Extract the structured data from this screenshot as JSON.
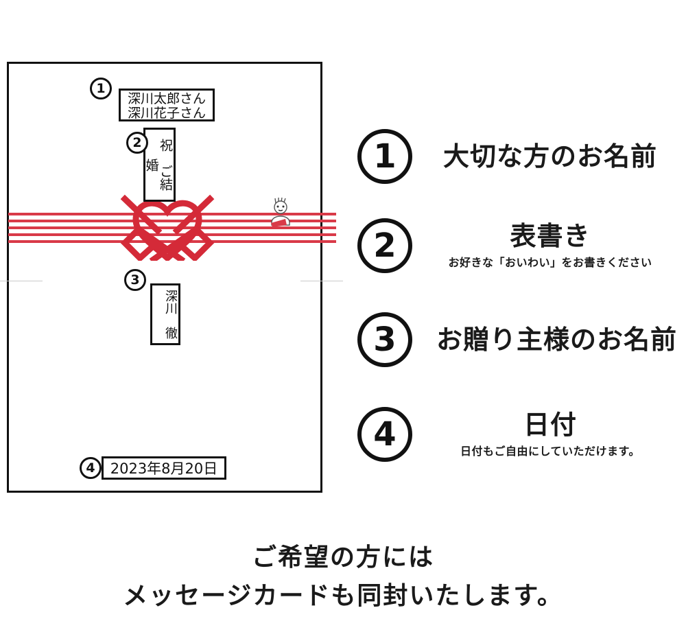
{
  "card": {
    "recipient_box": {
      "lines": [
        "深川太郎さん",
        "深川花子さん"
      ]
    },
    "occasion_box": {
      "text": "祝　ご結婚"
    },
    "sender_box": {
      "text": "深川　徹"
    },
    "date_box": {
      "text": "2023年8月20日"
    },
    "markers": {
      "one": "1",
      "two": "2",
      "three": "3",
      "four": "4"
    },
    "ribbon": {
      "knot_name": "musubikiri-heart-mizuhiki",
      "ornament_name": "noshi-awabi",
      "color": "#d93a48",
      "stripe_count": 5
    },
    "border_color": "#111111"
  },
  "legend": {
    "items": [
      {
        "number": "1",
        "title": "大切な方のお名前",
        "subtitle": ""
      },
      {
        "number": "2",
        "title": "表書き",
        "subtitle": "お好きな「おいわい」をお書きください"
      },
      {
        "number": "3",
        "title": "お贈り主様のお名前",
        "subtitle": ""
      },
      {
        "number": "4",
        "title": "日付",
        "subtitle": "日付もご自由にしていただけます。"
      }
    ]
  },
  "footer": {
    "line1": "ご希望の方には",
    "line2": "メッセージカードも同封いたします。"
  }
}
